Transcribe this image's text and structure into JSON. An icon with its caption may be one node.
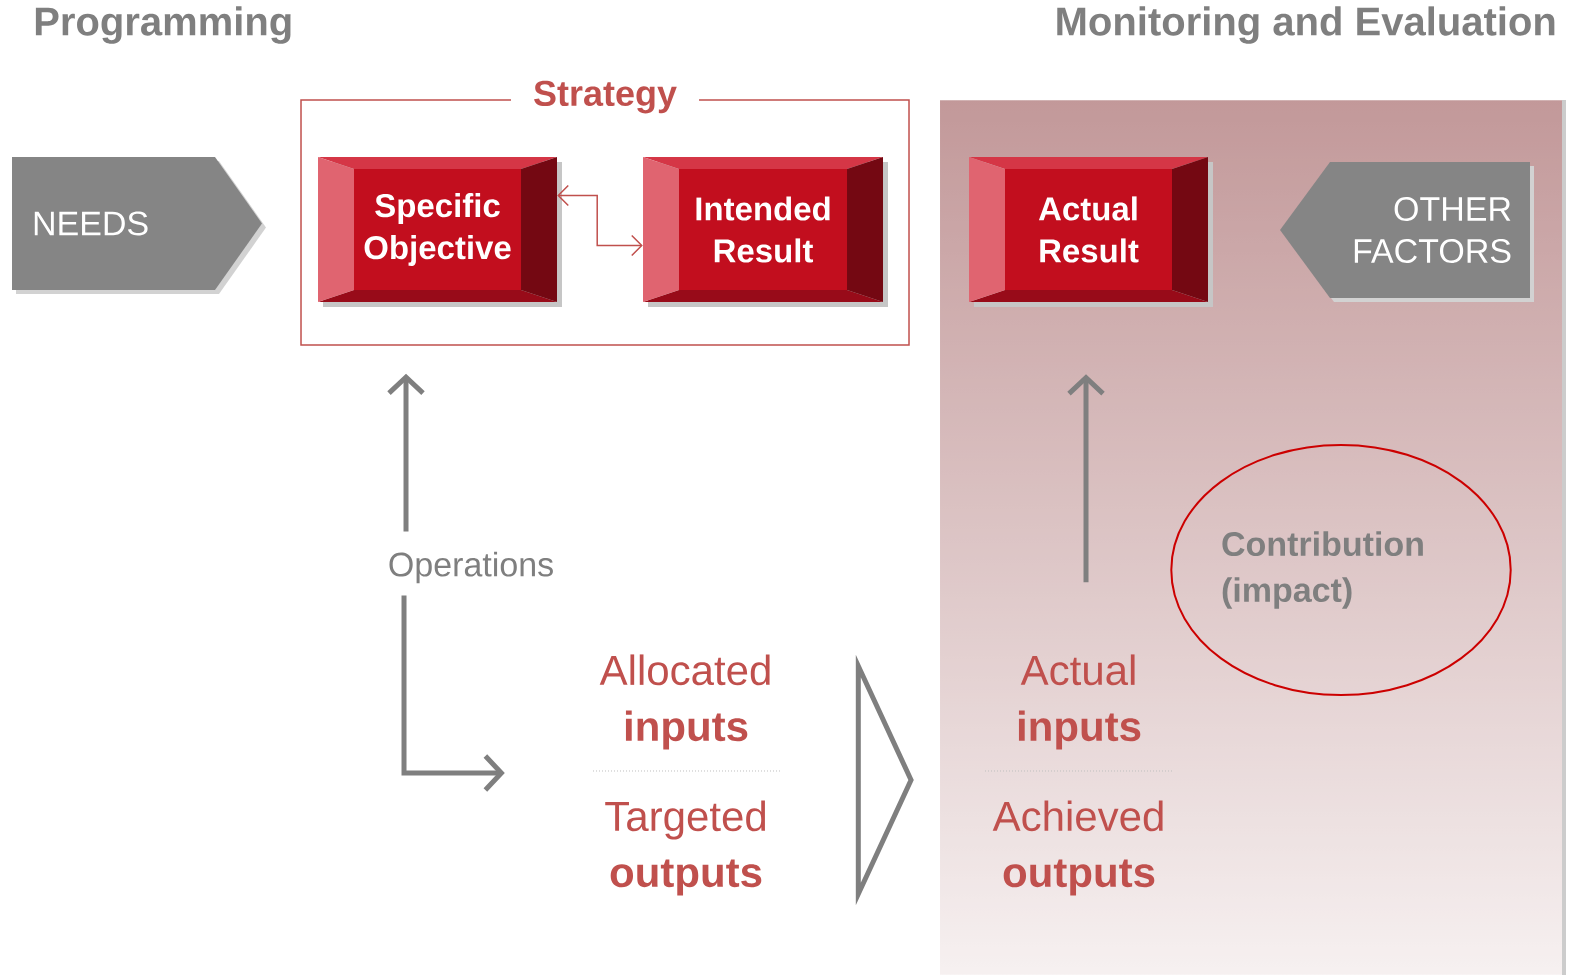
{
  "diagram": {
    "nodes": [
      {
        "text": [
          "NEEDS"
        ]
      },
      {
        "text": [
          "Strategy"
        ]
      },
      {
        "text": [
          "Specific Objective"
        ],
        "in": 1
      },
      {
        "text": [
          "Intended Result"
        ],
        "in": 1
      },
      {
        "text": [
          "Monitoring and Evaluation"
        ]
      },
      {
        "text": [
          "Actual Result"
        ],
        "in": 4
      },
      {
        "text": [
          "OTHER FACTORS"
        ],
        "in": 4
      },
      {
        "text": [
          "Contribution (impact)"
        ],
        "in": 4
      },
      {
        "text": [
          "Operations"
        ]
      },
      {
        "text": [
          "Allocated **inputs**",
          "Targeted **outputs**"
        ]
      },
      {
        "text": [
          "Actual **inputs**",
          "Achieved **outputs**"
        ],
        "in": 4
      }
    ],
    "edges": [
      {
        "from": 2,
        "to": 3,
        "arrow": "both",
        "color": "#c0504d"
      },
      {
        "from": 8,
        "to": 1,
        "arrow": "to"
      },
      {
        "from": 8,
        "to": 9,
        "arrow": "to"
      },
      {
        "from": 9,
        "to": 10,
        "arrow": "to"
      },
      {
        "from": 10,
        "to": 5,
        "arrow": "to"
      }
    ],
    "labels": [
      "Programming"
    ]
  }
}
